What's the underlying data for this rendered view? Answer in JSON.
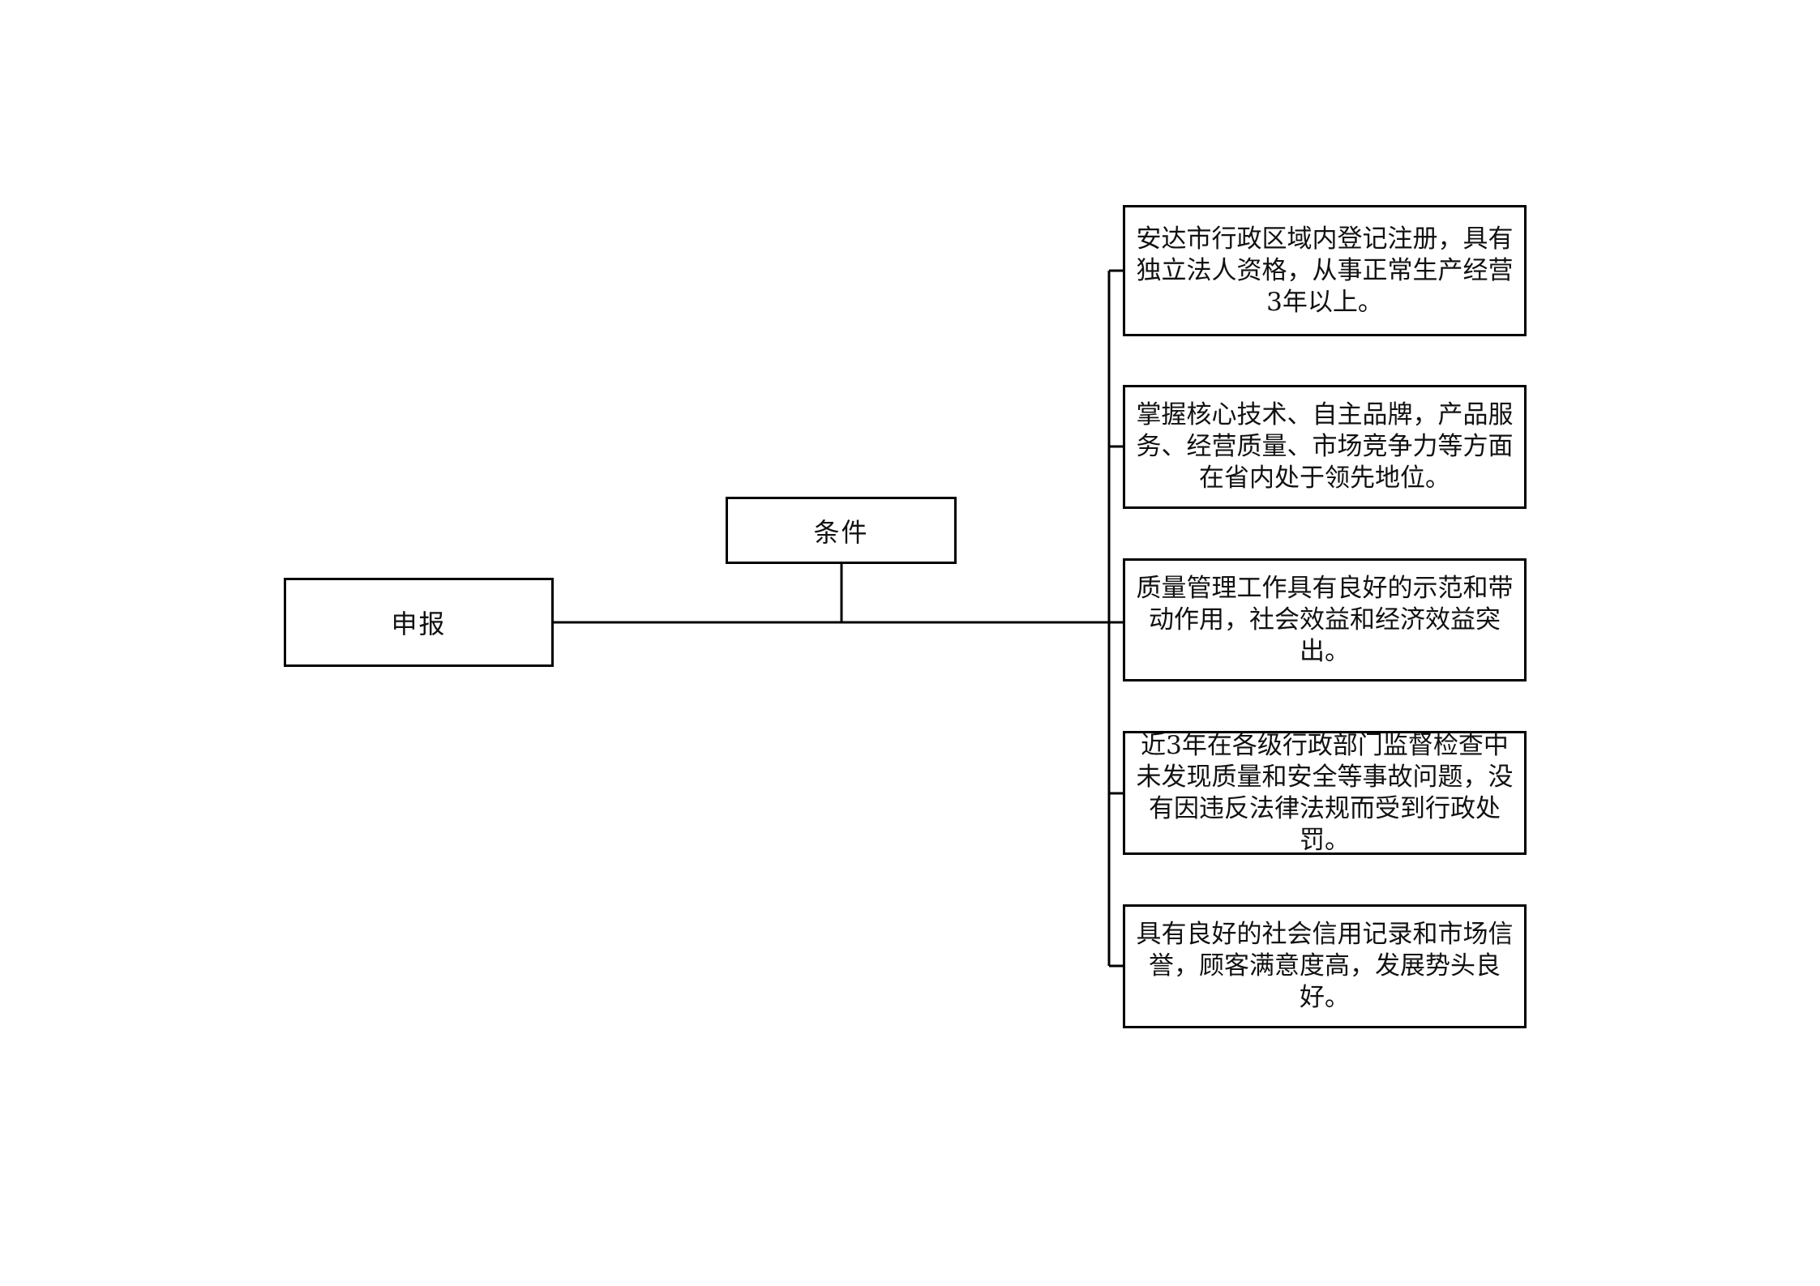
{
  "diagram": {
    "root": {
      "label": "申报"
    },
    "branch": {
      "label": "条件"
    },
    "conditions": [
      {
        "text": "安达市行政区域内登记注册，具有独立法人资格，从事正常生产经营3年以上。"
      },
      {
        "text": "掌握核心技术、自主品牌，产品服务、经营质量、市场竞争力等方面在省内处于领先地位。"
      },
      {
        "text": "质量管理工作具有良好的示范和带动作用，社会效益和经济效益突出。"
      },
      {
        "text": "近3年在各级行政部门监督检查中未发现质量和安全等事故问题，没有因违反法律法规而受到行政处罚。"
      },
      {
        "text": "具有良好的社会信用记录和市场信誉，顾客满意度高，发展势头良好。"
      }
    ],
    "colors": {
      "line": "#000000",
      "box_border": "#000000",
      "background": "#ffffff"
    }
  }
}
